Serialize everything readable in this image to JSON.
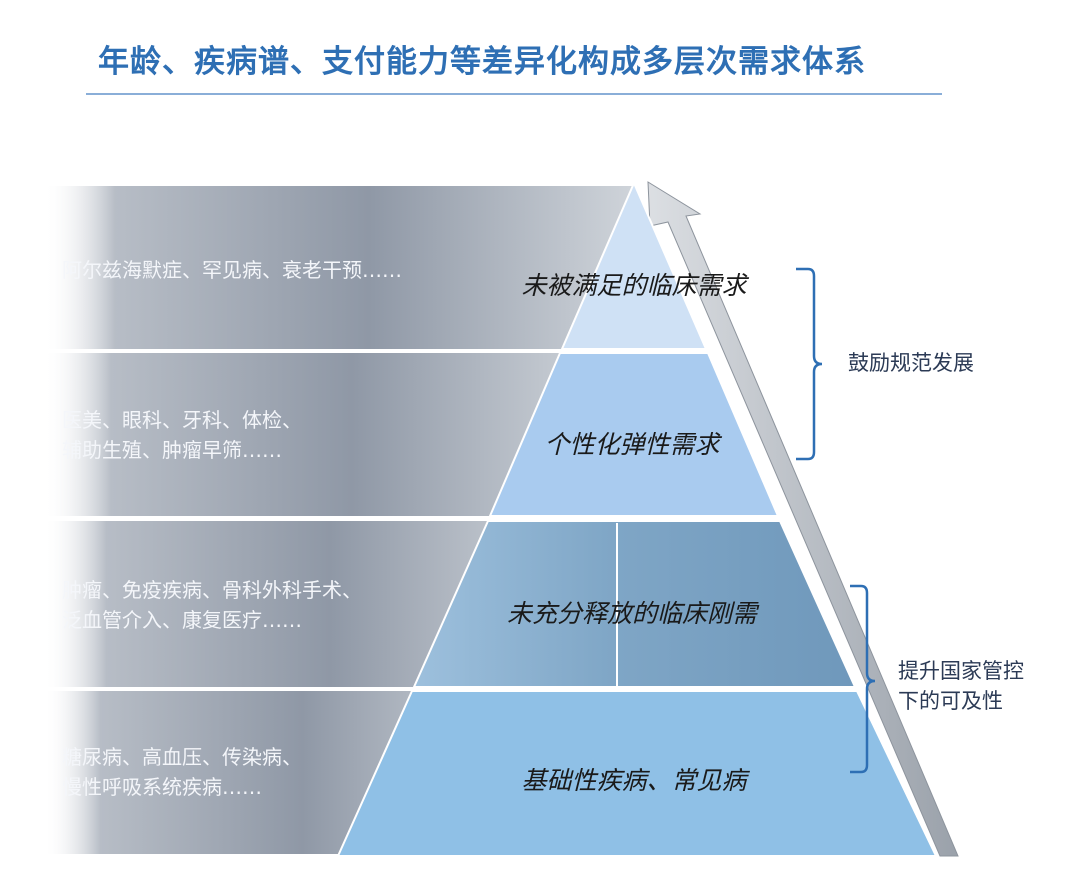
{
  "title": "年龄、疾病谱、支付能力等差异化构成多层次需求体系",
  "bands": [
    {
      "text": "阿尔兹海默症、罕见病、衰老干预……"
    },
    {
      "text": "医美、眼科、牙科、体检、\n辅助生殖、肿瘤早筛……"
    },
    {
      "text": "肿瘤、免疫疾病、骨科外科手术、\n泛血管介入、康复医疗……"
    },
    {
      "text": "糖尿病、高血压、传染病、\n慢性呼吸系统疾病……"
    }
  ],
  "tiers": [
    {
      "label": "未被满足的临床需求",
      "color": "#cfe1f5"
    },
    {
      "label": "个性化弹性需求",
      "color": "#a9cbef"
    },
    {
      "label": "未充分释放的临床刚需",
      "color": "#7fa8c8"
    },
    {
      "label": "基础性疾病、常见病",
      "color": "#8fc0e6"
    }
  ],
  "brackets": [
    {
      "label": "鼓励规范发展"
    },
    {
      "label": "提升国家管控\n下的可及性"
    }
  ],
  "colors": {
    "title": "#2e6fb4",
    "band_dark": "#8c95a3",
    "band_light": "#ffffff",
    "bracket": "#2e6fb4"
  }
}
